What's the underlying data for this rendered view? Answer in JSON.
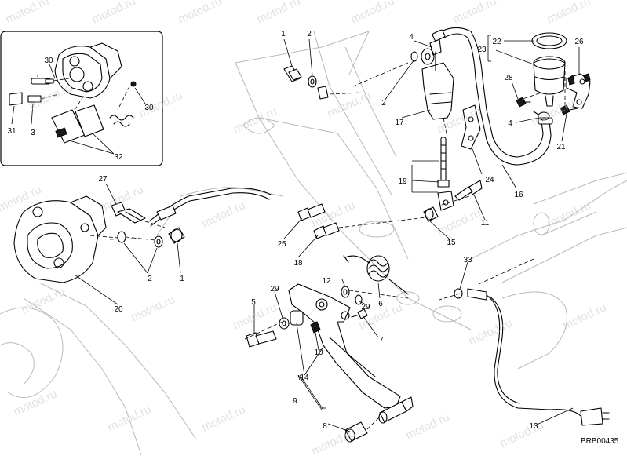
{
  "diagram": {
    "reference_code": "BRB00435",
    "watermark": "motod.ru",
    "part_labels": [
      "1",
      "2",
      "4",
      "22",
      "23",
      "26",
      "28",
      "30",
      "31",
      "3",
      "32",
      "2",
      "17",
      "4",
      "21",
      "27",
      "19",
      "24",
      "16",
      "25",
      "11",
      "18",
      "15",
      "2",
      "1",
      "20",
      "33",
      "12",
      "5",
      "29",
      "29",
      "6",
      "10",
      "7",
      "14",
      "9",
      "8",
      "13"
    ]
  }
}
